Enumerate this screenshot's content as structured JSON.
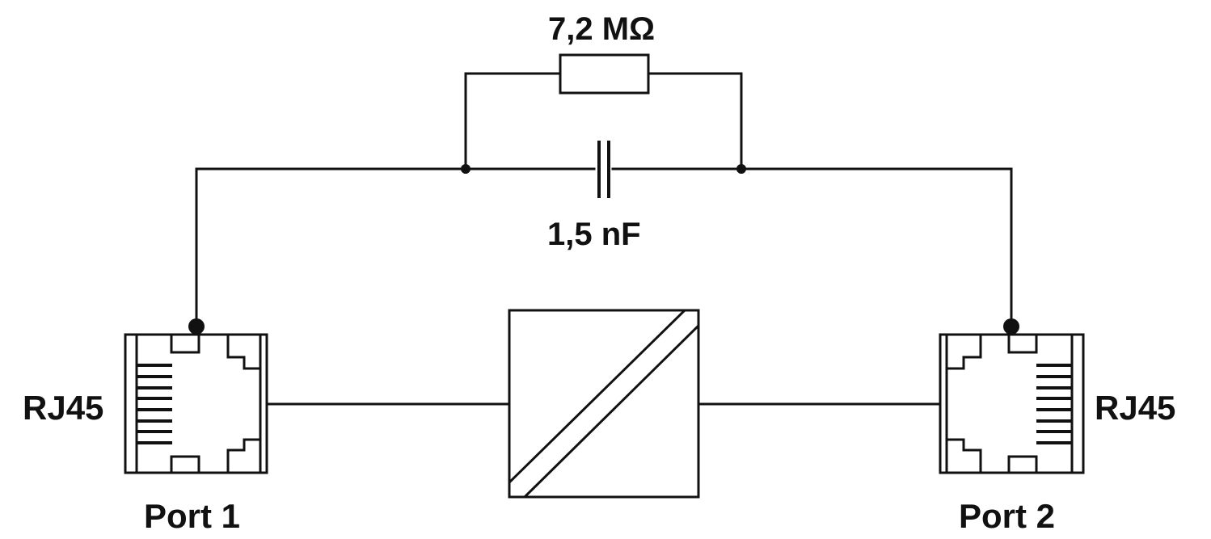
{
  "diagram": {
    "type": "circuit-schematic",
    "components": {
      "resistor": {
        "label": "7,2 MΩ"
      },
      "capacitor": {
        "label": "1,5 nF"
      },
      "converter": {
        "label": ""
      }
    },
    "ports": [
      {
        "connector_label": "RJ45",
        "port_label": "Port 1"
      },
      {
        "connector_label": "RJ45",
        "port_label": "Port 2"
      }
    ],
    "colors": {
      "line": "#111111",
      "background": "#ffffff"
    }
  }
}
